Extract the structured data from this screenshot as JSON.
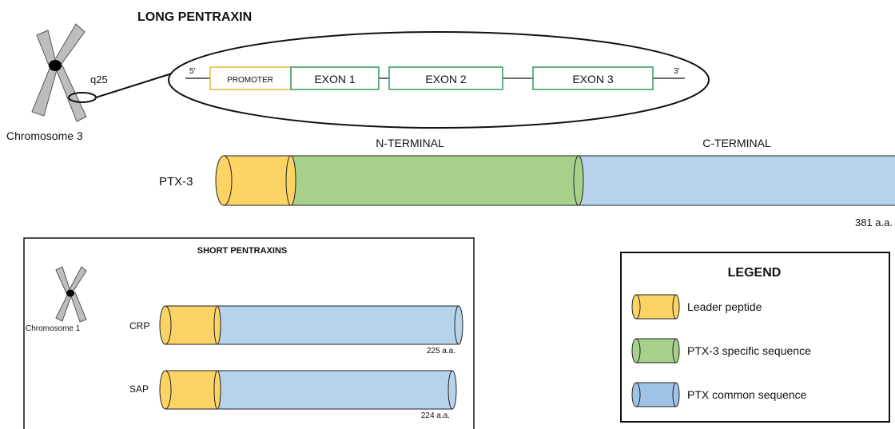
{
  "long": {
    "title": "LONG PENTRAXIN",
    "chromosome_label": "Chromosome 3",
    "locus": "q25",
    "five_prime": "5'",
    "three_prime": "3'",
    "promoter": "PROMOTER",
    "exons": [
      "EXON 1",
      "EXON 2",
      "EXON 3"
    ],
    "n_terminal": "N-TERMINAL",
    "c_terminal": "C-TERMINAL",
    "protein": "PTX-3",
    "length": "381 a.a."
  },
  "short": {
    "title": "SHORT PENTRAXINS",
    "chromosome_label": "Chromosome 1",
    "proteins": [
      {
        "name": "CRP",
        "length": "225 a.a."
      },
      {
        "name": "SAP",
        "length": "224 a.a."
      }
    ]
  },
  "legend": {
    "title": "LEGEND",
    "items": [
      {
        "label": "Leader peptide",
        "color": "#fcd365"
      },
      {
        "label": "PTX-3 specific sequence",
        "color": "#a7d08a"
      },
      {
        "label": "PTX common sequence",
        "color": "#b7d3ec"
      }
    ]
  },
  "colors": {
    "leader": "#fcd365",
    "specific": "#a7d08a",
    "common": "#b7d3ec",
    "legend_common": "#9fc3e6",
    "exon_border": "#2e9c5a",
    "promoter_border": "#e3b93a"
  }
}
